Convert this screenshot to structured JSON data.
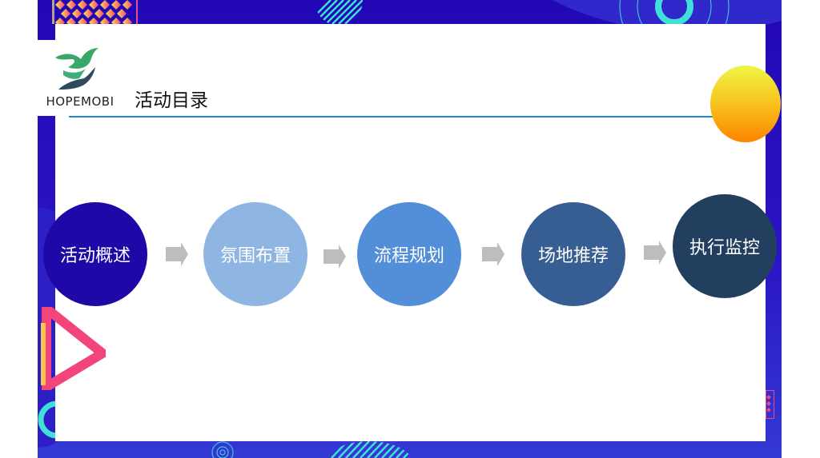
{
  "logo": {
    "brand_text": "HOPEMOBI"
  },
  "header": {
    "title": "活动目录"
  },
  "steps": [
    {
      "label": "活动概述",
      "color": "#1f08a8"
    },
    {
      "label": "氛围布置",
      "color": "#8fb5e2"
    },
    {
      "label": "流程规划",
      "color": "#528fd8"
    },
    {
      "label": "场地推荐",
      "color": "#375e92"
    },
    {
      "label": "执行监控",
      "color": "#223f60"
    }
  ],
  "colors": {
    "background": "#2a14c4",
    "title_rule": "#1b8ccf",
    "arrow": "#bdbdbd",
    "accent_cyan": "#3fe0d8",
    "accent_pink": "#f2457a",
    "accent_yellow": "#fdc64e"
  }
}
